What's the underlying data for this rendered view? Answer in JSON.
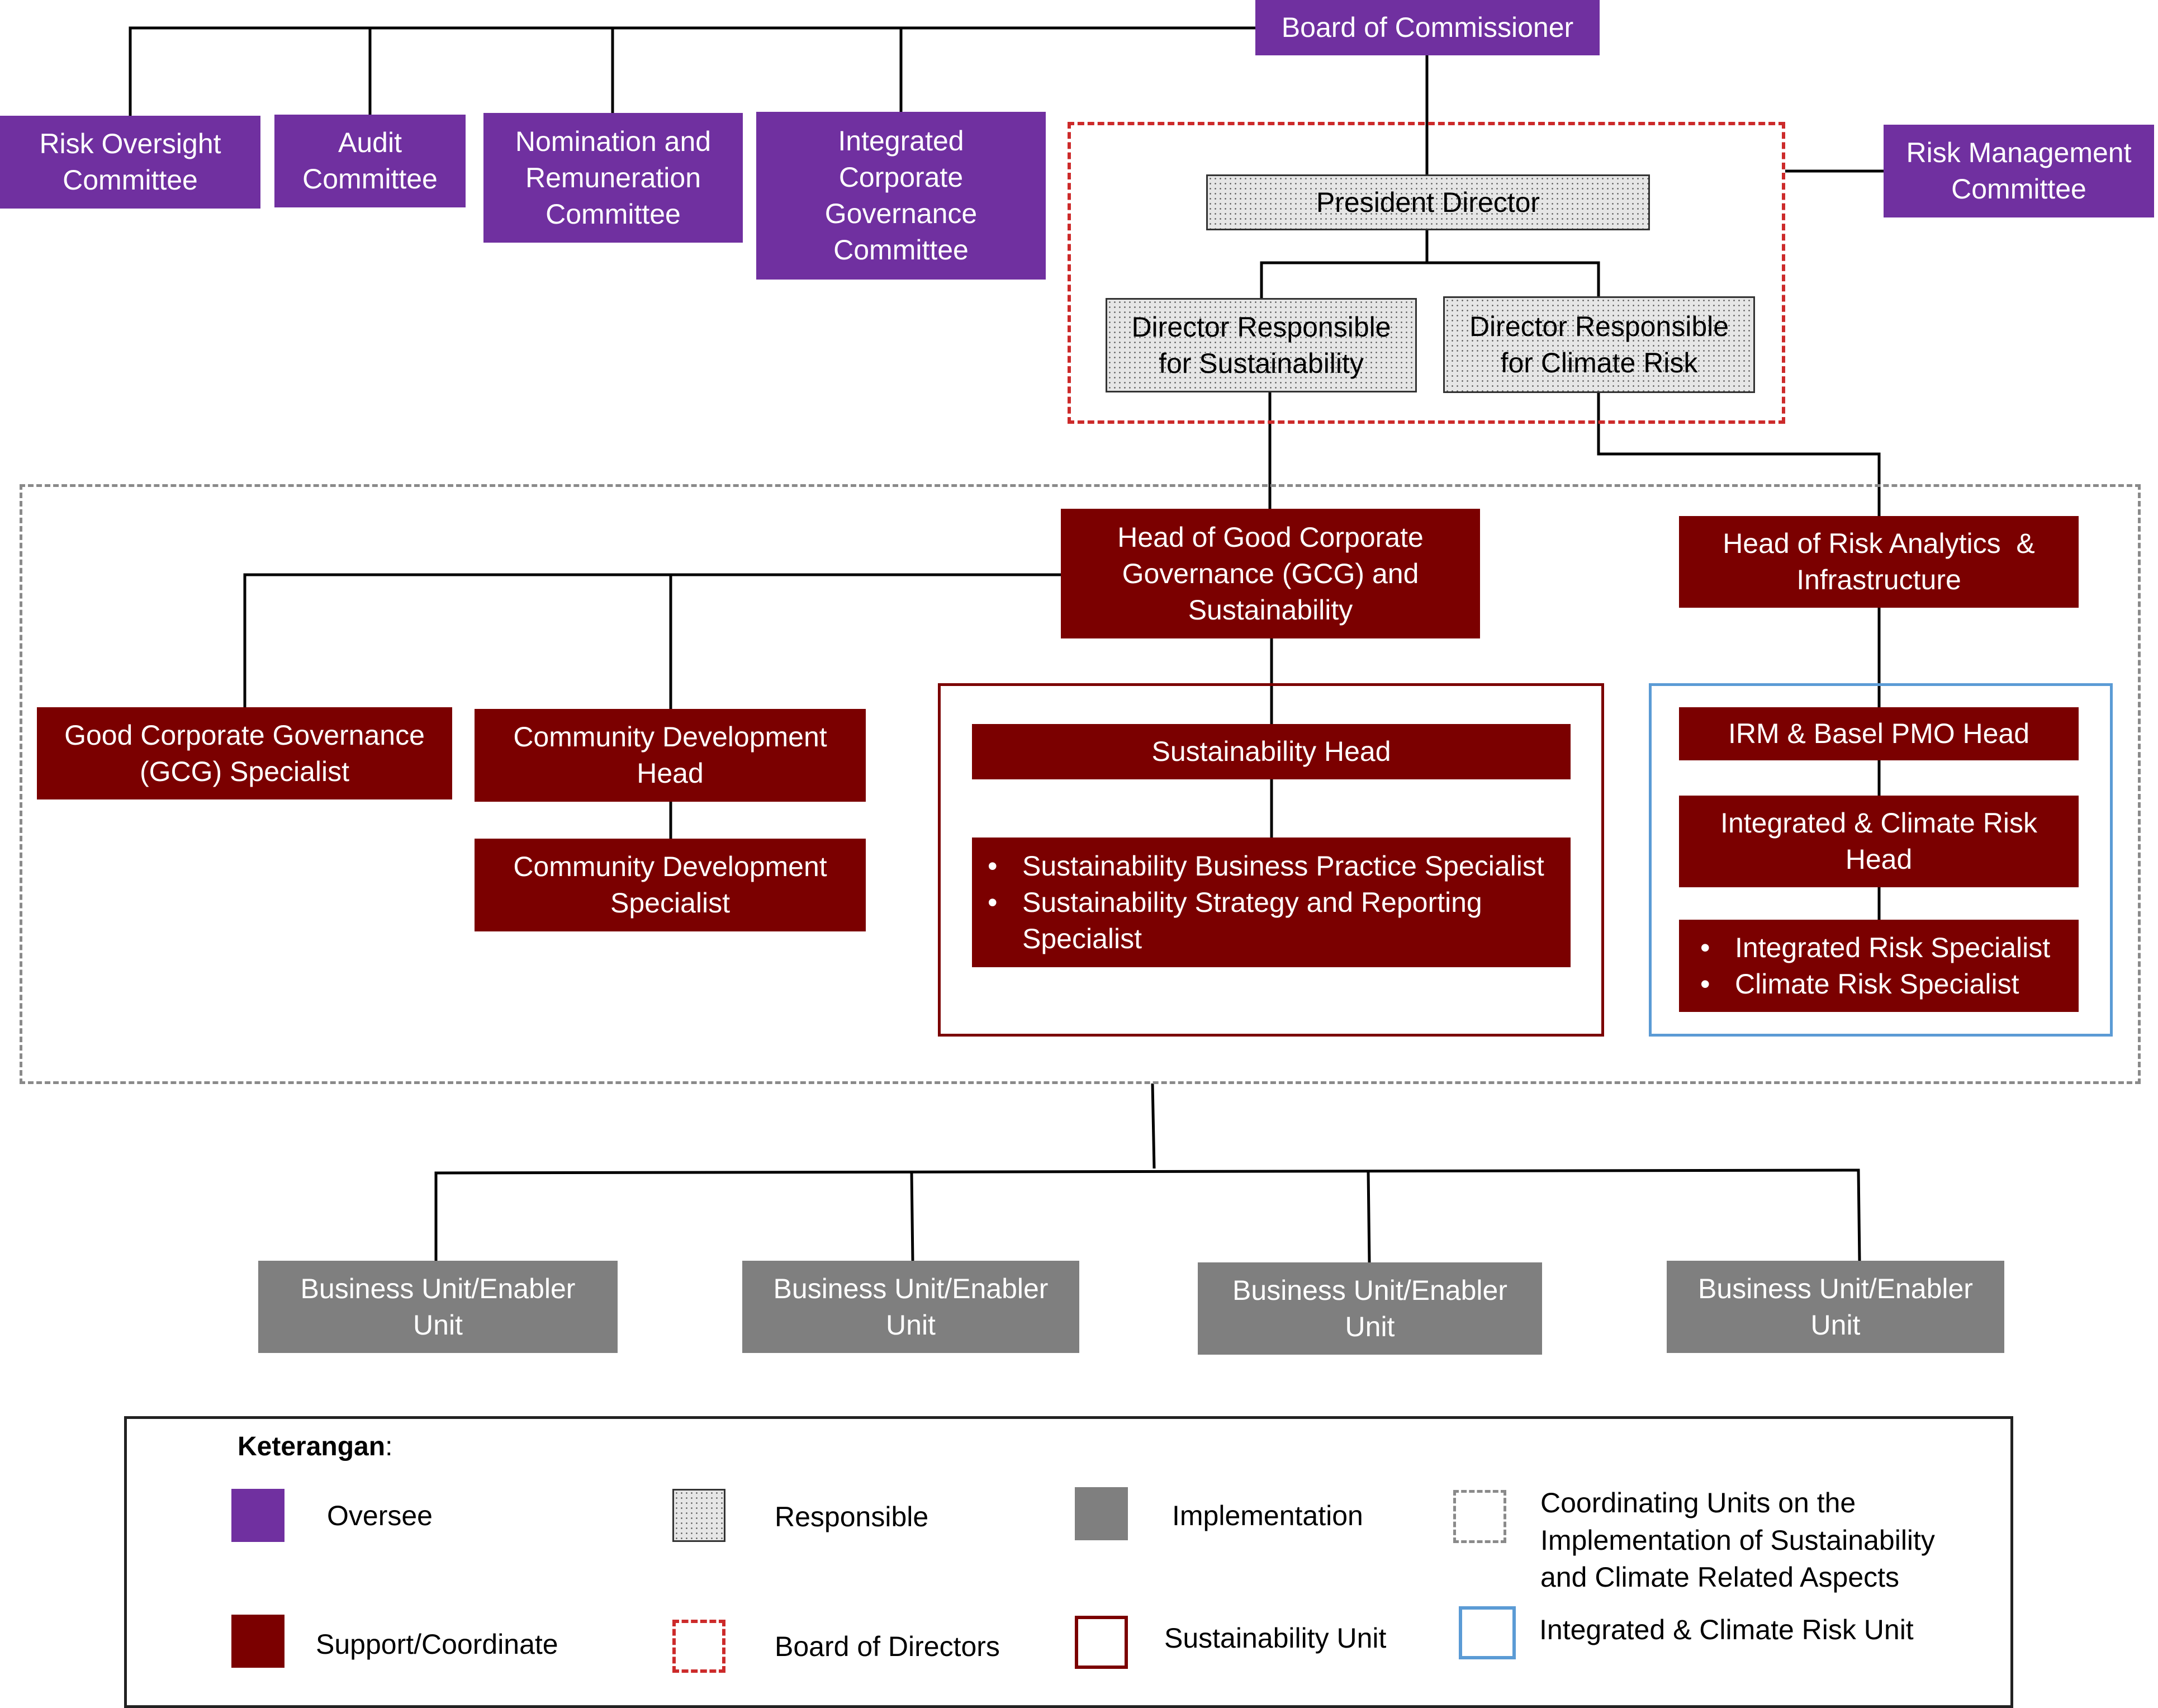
{
  "colors": {
    "oversee": "#7030a0",
    "support": "#7b0000",
    "implementation": "#7f7f7f",
    "board_of_directors_border": "#cc2a2a",
    "coordinating_border": "#8a8a8a",
    "sustainability_unit_border": "#7b0000",
    "climate_risk_unit_border": "#5b9bd5"
  },
  "board": {
    "label": "Board of Commissioner"
  },
  "committees": [
    {
      "lines": [
        "Risk Oversight",
        "Committee"
      ]
    },
    {
      "lines": [
        "Audit",
        "Committee"
      ]
    },
    {
      "lines": [
        "Nomination and",
        "Remuneration",
        "Committee"
      ]
    },
    {
      "lines": [
        "Integrated",
        "Corporate",
        "Governance",
        "Committee"
      ]
    },
    {
      "lines": [
        "Risk Management",
        "Committee"
      ]
    }
  ],
  "directors": {
    "president": "President Director",
    "sustainability": [
      "Director Responsible",
      "for Sustainability"
    ],
    "climate": [
      "Director Responsible",
      "for Climate Risk"
    ]
  },
  "units": {
    "head_gcg": [
      "Head of Good Corporate",
      "Governance (GCG) and",
      "Sustainability"
    ],
    "head_risk": [
      "Head of Risk Analytics  &",
      "Infrastructure"
    ],
    "gcg_specialist": [
      "Good Corporate Governance",
      "(GCG) Specialist"
    ],
    "cd_head": [
      "Community Development",
      "Head"
    ],
    "cd_specialist": [
      "Community Development",
      "Specialist"
    ],
    "sustainability_head": "Sustainability Head",
    "sustainability_specialists": [
      "Sustainability Business Practice Specialist",
      "Sustainability Strategy and Reporting Specialist"
    ],
    "irm_head": "IRM & Basel PMO Head",
    "icr_head": [
      "Integrated & Climate Risk",
      "Head"
    ],
    "risk_specialists": [
      "Integrated Risk Specialist",
      "Climate Risk Specialist"
    ]
  },
  "business_units": [
    [
      "Business Unit/Enabler",
      "Unit"
    ],
    [
      "Business Unit/Enabler",
      "Unit"
    ],
    [
      "Business Unit/Enabler",
      "Unit"
    ],
    [
      "Business Unit/Enabler",
      "Unit"
    ]
  ],
  "legend": {
    "title": "Keterangan",
    "colon": ":",
    "items": {
      "oversee": "Oversee",
      "responsible": "Responsible",
      "implementation": "Implementation",
      "coordinating": [
        "Coordinating Units on the",
        "Implementation of Sustainability",
        "and Climate Related Aspects"
      ],
      "support": "Support/Coordinate",
      "board_of_directors": "Board of Directors",
      "sustainability_unit": "Sustainability Unit",
      "climate_risk_unit": "Integrated & Climate Risk Unit"
    }
  }
}
